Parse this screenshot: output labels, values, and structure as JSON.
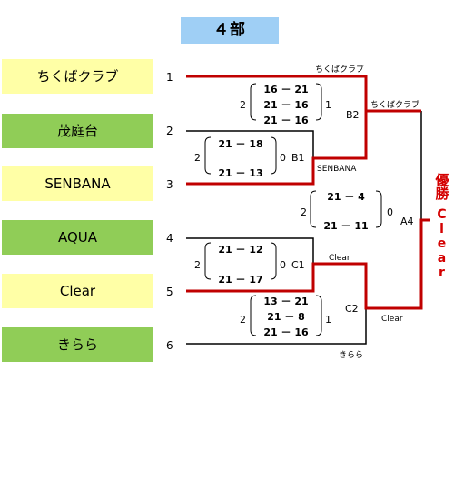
{
  "title": "４部",
  "teams": [
    {
      "seed": "1",
      "name": "ちくばクラブ"
    },
    {
      "seed": "2",
      "name": "茂庭台"
    },
    {
      "seed": "3",
      "name": "SENBANA"
    },
    {
      "seed": "4",
      "name": "AQUA"
    },
    {
      "seed": "5",
      "name": "Clear"
    },
    {
      "seed": "6",
      "name": "きらら"
    }
  ],
  "matches": {
    "B1": {
      "label": "B1",
      "left_sets": "2",
      "right_sets": "0",
      "winner": "SENBANA",
      "games": [
        "21 － 18",
        "21 － 13"
      ]
    },
    "B2": {
      "label": "B2",
      "left_sets": "2",
      "right_sets": "1",
      "winner": "ちくばクラブ",
      "games": [
        "16 － 21",
        "21 － 16",
        "21 － 16"
      ]
    },
    "C1": {
      "label": "C1",
      "left_sets": "2",
      "right_sets": "0",
      "winner": "Clear",
      "games": [
        "21 － 12",
        "21 － 17"
      ]
    },
    "C2": {
      "label": "C2",
      "left_sets": "2",
      "right_sets": "1",
      "winner": "Clear",
      "games": [
        "13 － 21",
        "21 － 8",
        "21 － 16"
      ]
    },
    "A4": {
      "label": "A4",
      "left_sets": "2",
      "right_sets": "0",
      "winner": "",
      "games": [
        "21 － 4",
        "21 － 11"
      ]
    }
  },
  "line_labels": {
    "r1_top": "ちくばクラブ",
    "r1_bottom": "きらら"
  },
  "champion": {
    "label": "優勝",
    "name": "Clear"
  },
  "colors": {
    "title_bg": "#9fcff5",
    "team_yellow": "#ffffa6",
    "team_green": "#90cd57",
    "winner_line": "#c00000",
    "champion_text": "#d40000"
  }
}
